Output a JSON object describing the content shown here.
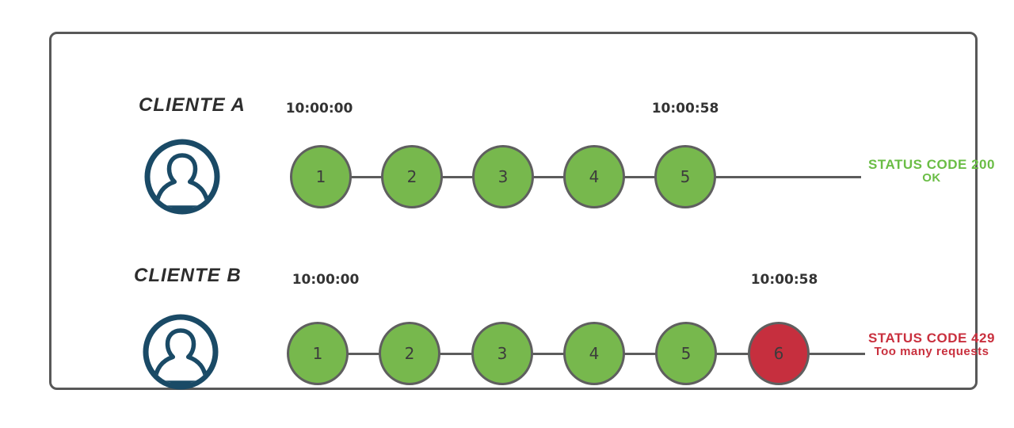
{
  "rows": [
    {
      "client": "CLIENTE A",
      "start_time": "10:00:00",
      "end_time": "10:00:58",
      "requests": [
        {
          "n": "1",
          "state": "success"
        },
        {
          "n": "2",
          "state": "success"
        },
        {
          "n": "3",
          "state": "success"
        },
        {
          "n": "4",
          "state": "success"
        },
        {
          "n": "5",
          "state": "success"
        }
      ],
      "status_code": "STATUS CODE 200",
      "status_text": "OK"
    },
    {
      "client": "CLIENTE B",
      "start_time": "10:00:00",
      "end_time": "10:00:58",
      "requests": [
        {
          "n": "1",
          "state": "success"
        },
        {
          "n": "2",
          "state": "success"
        },
        {
          "n": "3",
          "state": "success"
        },
        {
          "n": "4",
          "state": "success"
        },
        {
          "n": "5",
          "state": "success"
        },
        {
          "n": "6",
          "state": "error"
        }
      ],
      "status_code": "STATUS CODE 429",
      "status_text": "Too many requests"
    }
  ],
  "colors": {
    "request_success_fill": "#77b84d",
    "request_error_fill": "#c62f3e",
    "circle_outline": "#5f5f5f",
    "timeline_stroke": "#5c5c5c",
    "frame_border": "#585858",
    "status_success_text": "#6abd45",
    "status_error_text": "#c9303e",
    "timestamp_text": "#333333",
    "avatar_stroke": "#1a4a66"
  }
}
